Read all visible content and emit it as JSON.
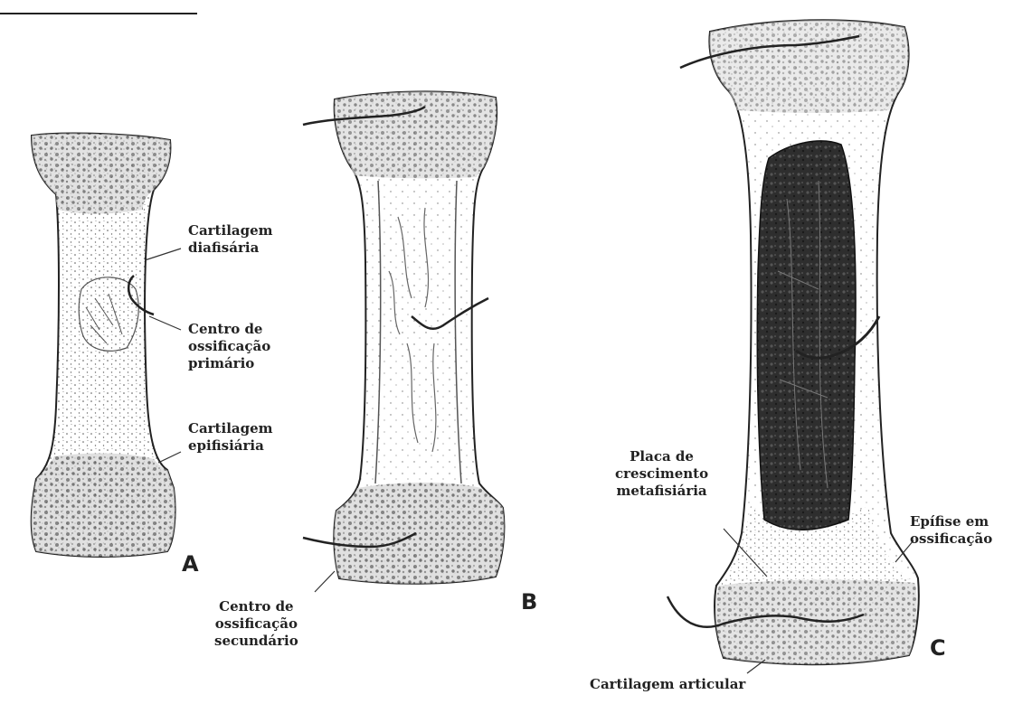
{
  "labels": {
    "cartilagem_diafisaria": [
      "Cartilagem",
      "diafisária"
    ],
    "centro_primario": [
      "Centro de",
      "ossificação",
      "primário"
    ],
    "cartilagem_epifisaria": [
      "Cartilagem",
      "epifisiária"
    ],
    "centro_secundario": [
      "Centro de",
      "ossificação",
      "secundário"
    ],
    "placa_crescimento": [
      "Placa de",
      "crescimento",
      "metafisiária"
    ],
    "epifise_ossificacao": [
      "Epífise em",
      "ossificação"
    ],
    "cartilagem_articular": "Cartilagem articular"
  },
  "panels": {
    "a": "A",
    "b": "B",
    "c": "C"
  }
}
